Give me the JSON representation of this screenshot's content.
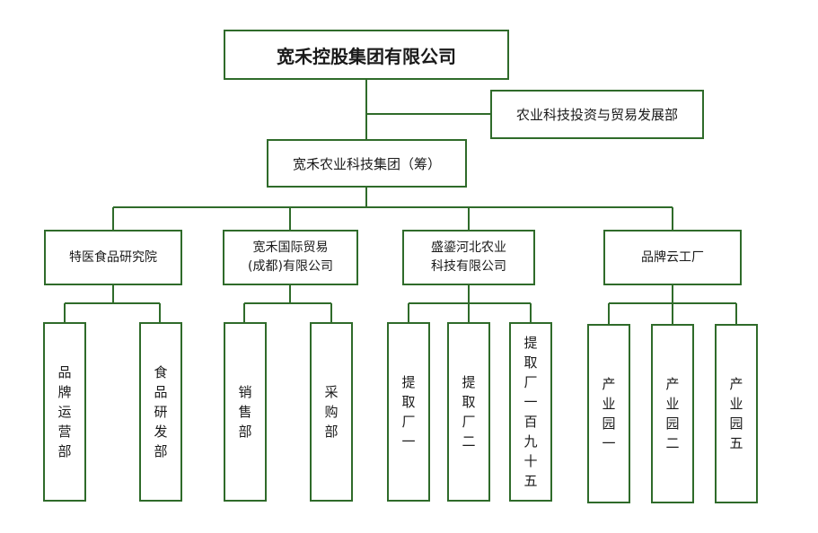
{
  "title": "宽禾控股集团有限公司",
  "side_department": "农业科技投资与贸易发展部",
  "group": "宽禾农业科技集团（筹）",
  "divisions": [
    {
      "name": "特医食品研究院",
      "units": [
        "品牌运营部",
        "食品研发部"
      ]
    },
    {
      "name": "宽禾国际贸易(成都)有限公司",
      "name_lines": [
        "宽禾国际贸易",
        "(成都)有限公司"
      ],
      "units": [
        "销售部",
        "采购部"
      ]
    },
    {
      "name": "盛鎏河北农业科技有限公司",
      "name_lines": [
        "盛鎏河北农业",
        "科技有限公司"
      ],
      "units": [
        "提取厂一",
        "提取厂二",
        "提取厂一百九十五"
      ]
    },
    {
      "name": "品牌云工厂",
      "units": [
        "产业园一",
        "产业园二",
        "产业园五"
      ]
    }
  ]
}
